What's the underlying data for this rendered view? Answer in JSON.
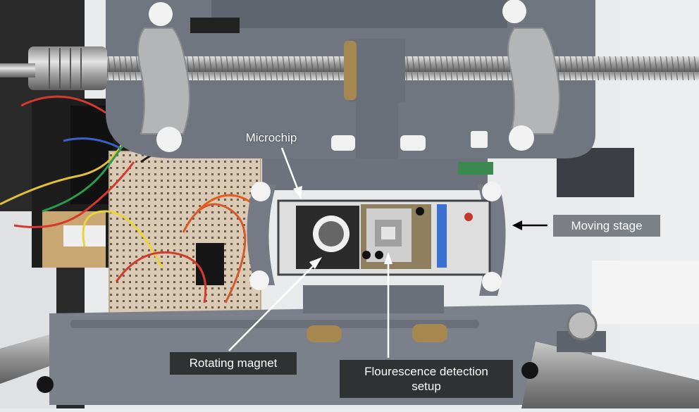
{
  "photo": {
    "labels": {
      "microchip": "Microchip",
      "moving_stage": "Moving stage",
      "rotating_magnet": "Rotating magnet",
      "fluorescence_line1": "Flourescence detection",
      "fluorescence_line2": "setup"
    }
  },
  "colors": {
    "background": "#e9ebed",
    "printed_frame": "#6c717c",
    "stage_plate": "#7b808a",
    "breadboard": "#d9c9b3",
    "metal": "#b9b9b9",
    "brass": "#a5874f",
    "label_dark": "#262626",
    "label_grey": "#767a7e"
  }
}
